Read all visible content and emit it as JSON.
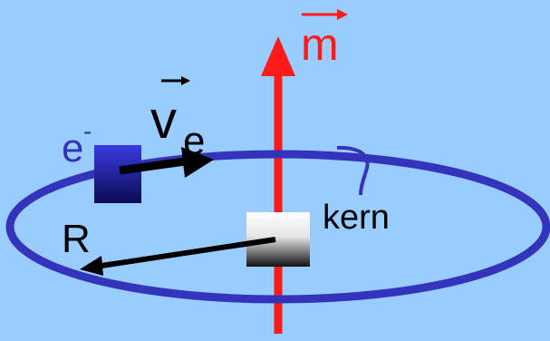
{
  "labels": {
    "moment": "m",
    "electron_base": "e",
    "electron_superscript": "-",
    "velocity_base": "v",
    "velocity_subscript": "e",
    "radius": "R",
    "nucleus": "kern"
  },
  "colors": {
    "background": "#99ccff",
    "orbit": "#3333bb",
    "moment_arrow": "#ff1a1a",
    "electron": "#1a1a99",
    "vectors": "#000000",
    "electron_label": "#3333bb"
  }
}
